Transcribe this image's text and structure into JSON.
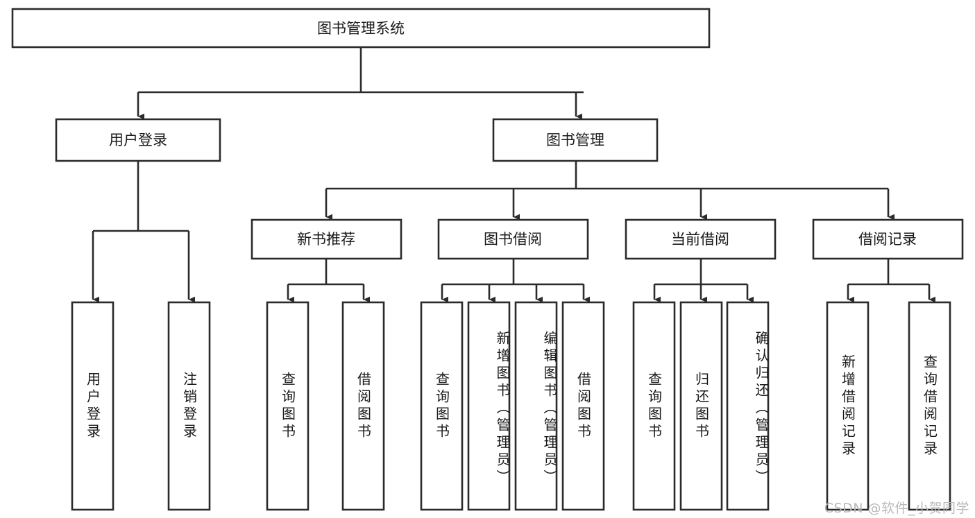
{
  "diagram": {
    "type": "hierarchy-tree",
    "title": "图书管理系统",
    "root": {
      "label": "图书管理系统"
    },
    "level2": [
      {
        "label": "用户登录"
      },
      {
        "label": "图书管理"
      }
    ],
    "level3": [
      {
        "label": "新书推荐"
      },
      {
        "label": "图书借阅"
      },
      {
        "label": "当前借阅"
      },
      {
        "label": "借阅记录"
      }
    ],
    "leaves": {
      "user_login": [
        {
          "label": "用户登录"
        },
        {
          "label": "注销登录"
        }
      ],
      "new_book_recommend": [
        {
          "label": "查询图书"
        },
        {
          "label": "借阅图书"
        }
      ],
      "book_borrow": [
        {
          "label": "查询图书"
        },
        {
          "label": "新增图书（管理员）"
        },
        {
          "label": "编辑图书（管理员）"
        },
        {
          "label": "借阅图书"
        }
      ],
      "current_borrow": [
        {
          "label": "查询图书"
        },
        {
          "label": "归还图书"
        },
        {
          "label": "确认归还（管理员）"
        }
      ],
      "borrow_record": [
        {
          "label": "新增借阅记录"
        },
        {
          "label": "查询借阅记录"
        }
      ]
    },
    "watermark": "CSDN @软件_小贺同学",
    "colors": {
      "stroke": "#2b2b2b",
      "fill": "#ffffff",
      "text": "#1a1a1a",
      "watermark": "#b9b9b9"
    }
  }
}
